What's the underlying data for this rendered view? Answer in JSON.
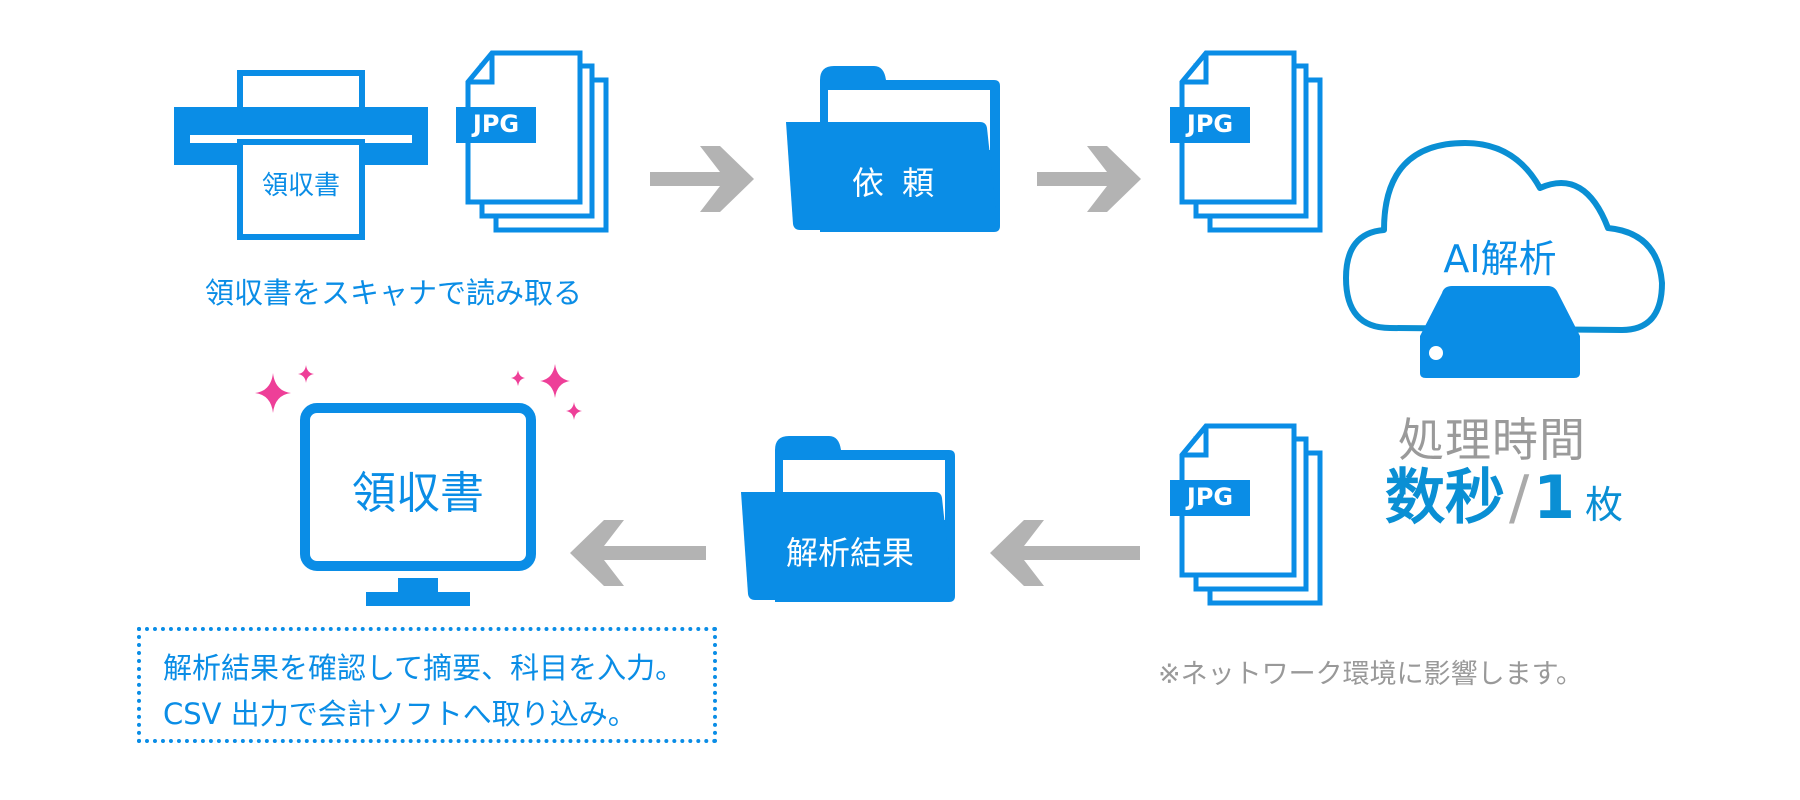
{
  "colors": {
    "primary_blue": "#0a8de6",
    "accent_blue": "#0a8fd4",
    "arrow_gray": "#b3b3b3",
    "text_gray": "#999999",
    "sparkle_pink": "#ee3f98",
    "background": "#ffffff"
  },
  "steps": {
    "scanner": {
      "paper_label": "領収書",
      "caption": "領収書をスキャナで読み取る"
    },
    "jpg_files": {
      "badge": "JPG"
    },
    "request_folder": {
      "label": "依 頼"
    },
    "ai_cloud": {
      "label": "AI解析"
    },
    "result_folder": {
      "label": "解析結果"
    },
    "monitor": {
      "label": "領収書"
    }
  },
  "processing": {
    "title": "処理時間",
    "value": "数秒",
    "separator": "/",
    "count": "1",
    "unit": "枚",
    "note": "※ネットワーク環境に影響します。"
  },
  "result_box": {
    "line1": "解析結果を確認して摘要、科目を入力。",
    "line2": "CSV 出力で会計ソフトへ取り込み。"
  },
  "icons": {
    "scanner": "scanner-icon",
    "jpg": "jpg-stack-icon",
    "folder": "folder-icon",
    "cloud": "cloud-icon",
    "server": "server-icon",
    "monitor": "monitor-icon",
    "arrow_right": "arrow-right-icon",
    "arrow_left": "arrow-left-icon",
    "sparkle": "sparkle-icon"
  }
}
